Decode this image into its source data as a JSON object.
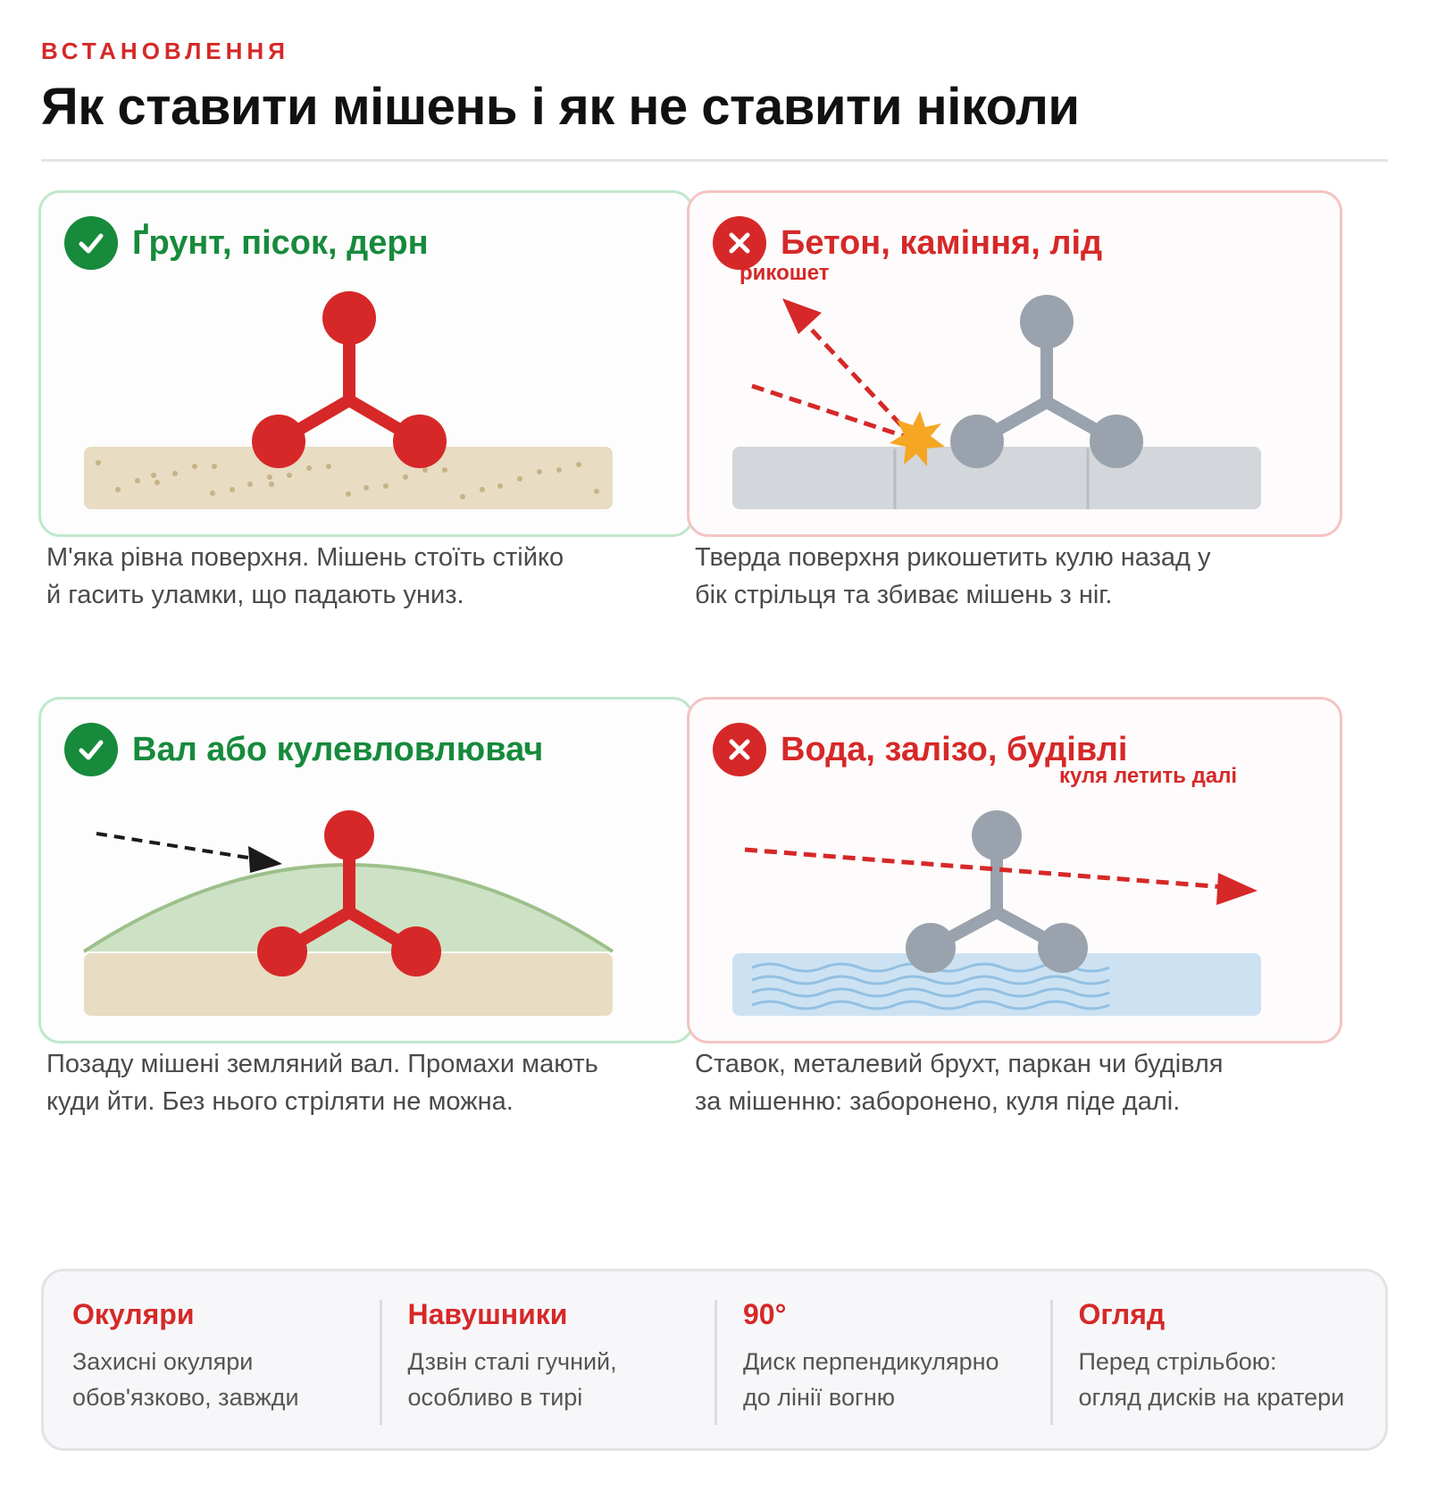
{
  "header": {
    "kicker": "ВСТАНОВЛЕННЯ",
    "title": "Як ставити мішень і як не ставити ніколи"
  },
  "cards": [
    {
      "status": "good",
      "heading": "Ґрунт, пісок, дерн",
      "icon": "check-icon",
      "description_lines": [
        "М'яка рівна поверхня. Мішень стоїть стійко",
        "й гасить уламки, що падають униз."
      ]
    },
    {
      "status": "bad",
      "heading": "Бетон, каміння, лід",
      "icon": "cross-icon",
      "note": "рикошет",
      "description_lines": [
        "Тверда поверхня рикошетить кулю назад у",
        "бік стрільця та збиває мішень з ніг."
      ]
    },
    {
      "status": "good",
      "heading": "Вал або кулевловлювач",
      "icon": "check-icon",
      "description_lines": [
        "Позаду мішені земляний вал. Промахи мають",
        "куди йти. Без нього стріляти не можна."
      ]
    },
    {
      "status": "bad",
      "heading": "Вода, залізо, будівлі",
      "icon": "cross-icon",
      "note": "куля летить далі",
      "description_lines": [
        "Ставок, металевий брухт, паркан чи будівля",
        "за мішенню: заборонено, куля піде далі."
      ]
    }
  ],
  "tips": [
    {
      "title": "Окуляри",
      "lines": [
        "Захисні окуляри",
        "обов'язково, завжди"
      ]
    },
    {
      "title": "Навушники",
      "lines": [
        "Дзвін сталі гучний,",
        "особливо в тирі"
      ]
    },
    {
      "title": "90°",
      "lines": [
        "Диск перпендикулярно",
        "до лінії вогню"
      ]
    },
    {
      "title": "Огляд",
      "lines": [
        "Перед стрільбою:",
        "огляд дисків на кратери"
      ]
    }
  ],
  "colors": {
    "accent_red": "#d62828",
    "good_green": "#178a3c",
    "target_gray": "#9aa3ad",
    "sand": "#e8dcc3",
    "concrete": "#d3d6da",
    "water": "#cce2f2",
    "berm": "#cde2c5"
  }
}
